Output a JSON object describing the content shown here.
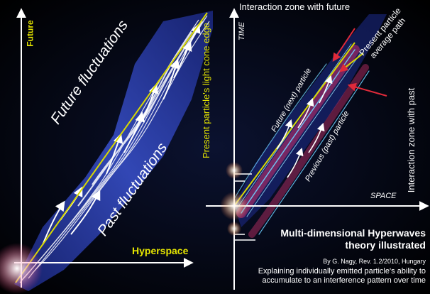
{
  "left_panel": {
    "y_axis_label": "Future",
    "x_axis_label": "Hyperspace",
    "future_label": "Future fluctuations",
    "past_label": "Past fluctuations",
    "light_cone_label": "Present particle's light cone edge"
  },
  "right_panel": {
    "y_axis_label": "TIME",
    "x_axis_label": "SPACE",
    "interaction_future": "Interaction zone with future",
    "average_path": "Present particle average path",
    "interaction_past": "Interaction zone with past",
    "future_particle": "Future (next) particle",
    "previous_particle": "Previous (past) particle"
  },
  "caption": {
    "title_line1": "Multi-dimensional Hyperwaves",
    "title_line2": "theory illustrated",
    "credit": "By G. Nagy, Rev. 1.2/2010, Hungary",
    "desc_line1": "Explaining individually emitted particle's ability to",
    "desc_line2": "accumulate to an interference pattern over time"
  },
  "colors": {
    "background": "#000000",
    "axis": "#ffffff",
    "yellow_text": "#e6e600",
    "band_blue": "#2a3bb0",
    "band_pink": "#d0306a",
    "arrow_red": "#e02a3a"
  }
}
